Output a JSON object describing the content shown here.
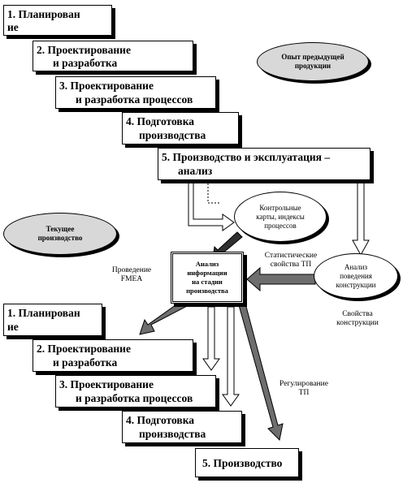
{
  "top_stages": {
    "s1": {
      "line1": "1. Планирован",
      "line2": "ие"
    },
    "s2": {
      "line1": "2. Проектирование",
      "line2": "и разработка"
    },
    "s3": {
      "line1": "3. Проектирование",
      "line2": "и разработка  процессов"
    },
    "s4": {
      "line1": "4. Подготовка",
      "line2": "производства"
    },
    "s5": {
      "line1": "5. Производство и эксплуатация –",
      "line2": "анализ"
    }
  },
  "bottom_stages": {
    "s1": {
      "line1": "1. Планирован",
      "line2": "ие"
    },
    "s2": {
      "line1": "2. Проектирование",
      "line2": "и разработка"
    },
    "s3": {
      "line1": "3. Проектирование",
      "line2": "и разработка  процессов"
    },
    "s4": {
      "line1": "4. Подготовка",
      "line2": "производства"
    },
    "s5": {
      "line1": "5. Производство"
    }
  },
  "ovals": {
    "prev_experience": {
      "line1": "Опыт предыдущей",
      "line2": "продукции"
    },
    "current_production": {
      "line1": "Текущее",
      "line2": "производство"
    },
    "control_charts": {
      "line1": "Контрольные",
      "line2": "карты, индексы",
      "line3": "процессов"
    },
    "design_behavior": {
      "line1": "Анализ",
      "line2": "поведения",
      "line3": "конструкции"
    }
  },
  "analysis_box": {
    "line1": "Анализ",
    "line2": "информации",
    "line3": "на стадии",
    "line4": "производства"
  },
  "labels": {
    "fmea": {
      "line1": "Проведение",
      "line2": "FMEA"
    },
    "stat_props": {
      "line1": "Статистические",
      "line2": "свойства ТП"
    },
    "design_props": {
      "line1": "Свойства",
      "line2": "конструкции"
    },
    "tp_regulation": {
      "line1": "Регулирование",
      "line2": "ТП"
    }
  },
  "colors": {
    "gray_fill": "#d8d8d8",
    "dark_arrow": "#6e6e6e",
    "black_arrow": "#303030"
  }
}
